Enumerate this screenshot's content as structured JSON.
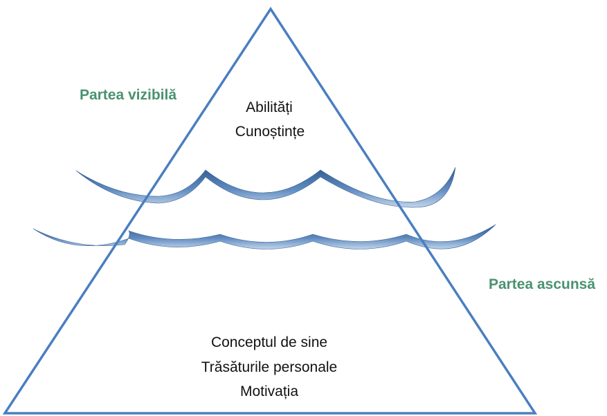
{
  "colors": {
    "triangle": "#4a7ec0",
    "wave_dark": "#3a6395",
    "wave_light": "#b5cae3",
    "side_label": "#4a9270",
    "text": "#111111"
  },
  "labels": {
    "visible_side": "Partea vizibilă",
    "hidden_side": "Partea ascunsă"
  },
  "top_section": {
    "line1": "Abilități",
    "line2": "Cunoștințe"
  },
  "bottom_section": {
    "line1": "Conceptul de sine",
    "line2": "Trăsăturile personale",
    "line3": "Motivația"
  }
}
